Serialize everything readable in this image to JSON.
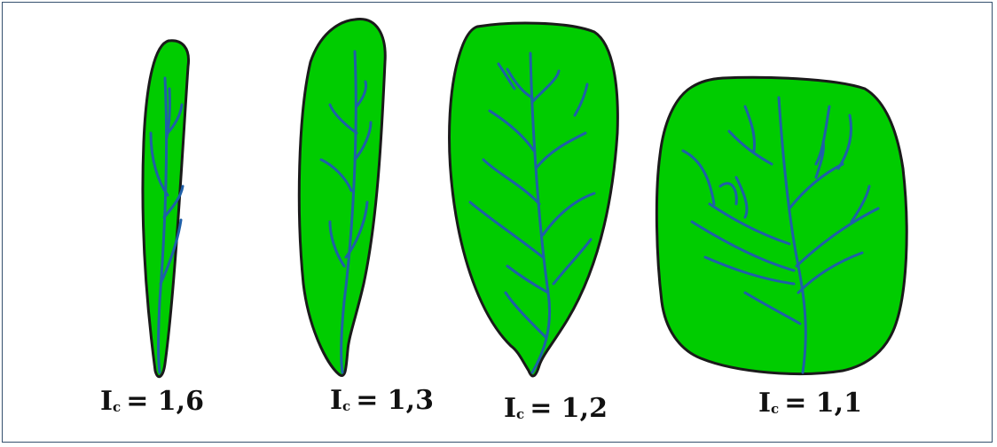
{
  "colors": {
    "leaf_fill": "#00cc00",
    "vein": "#1f5fa8",
    "outline": "#1a1a1a",
    "frame": "#35506e"
  },
  "leaves": [
    {
      "symbol": "I",
      "subscript": "c",
      "value": "= 1,6"
    },
    {
      "symbol": "I",
      "subscript": "c",
      "value": "= 1,3"
    },
    {
      "symbol": "I",
      "subscript": "c",
      "value": "= 1,2"
    },
    {
      "symbol": "I",
      "subscript": "c",
      "value": "= 1,1"
    }
  ]
}
